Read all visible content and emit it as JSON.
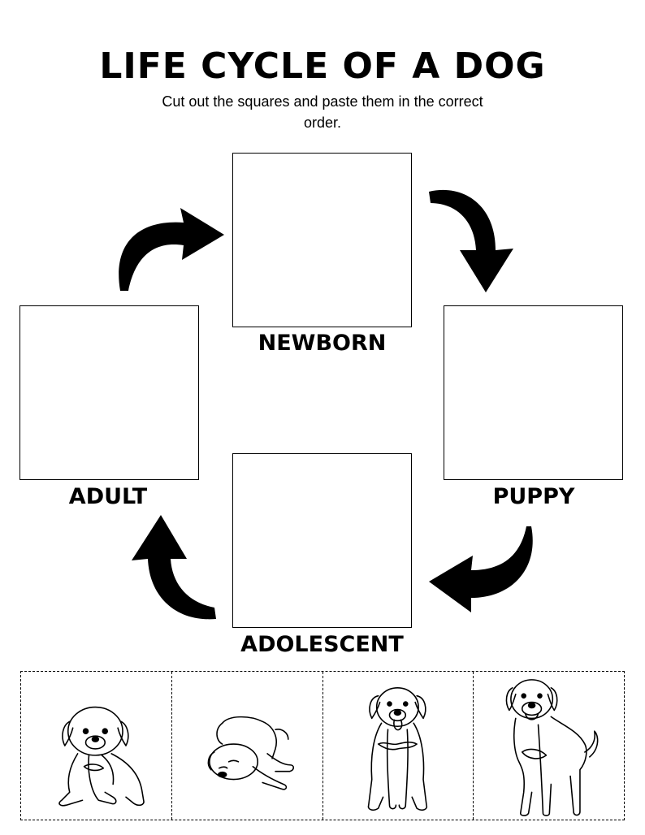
{
  "worksheet": {
    "title": "LIFE CYCLE OF A DOG",
    "instructions": "Cut out the squares and paste them in the correct order."
  },
  "stages": {
    "newborn": "NEWBORN",
    "puppy": "PUPPY",
    "adolescent": "ADOLESCENT",
    "adult": "ADULT"
  },
  "cutouts": [
    {
      "depicts": "puppy-sitting-icon"
    },
    {
      "depicts": "newborn-sleeping-icon"
    },
    {
      "depicts": "adolescent-sitting-icon"
    },
    {
      "depicts": "adult-standing-icon"
    }
  ],
  "colors": {
    "ink": "#000000",
    "paper": "#ffffff"
  }
}
